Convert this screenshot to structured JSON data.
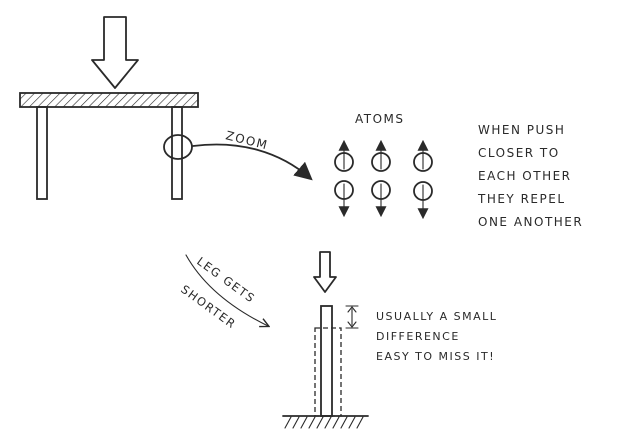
{
  "labels": {
    "zoom": "ZOOM",
    "atoms": "ATOMS",
    "note_lines": [
      "WHEN PUSH",
      "CLOSER TO",
      "EACH OTHER",
      "THEY REPEL",
      "ONE ANOTHER"
    ],
    "leg_line1": "LEG GETS",
    "leg_line2": "SHORTER",
    "small_lines": [
      "USUALLY A SMALL",
      "DIFFERENCE",
      "EASY TO MISS IT!"
    ]
  }
}
